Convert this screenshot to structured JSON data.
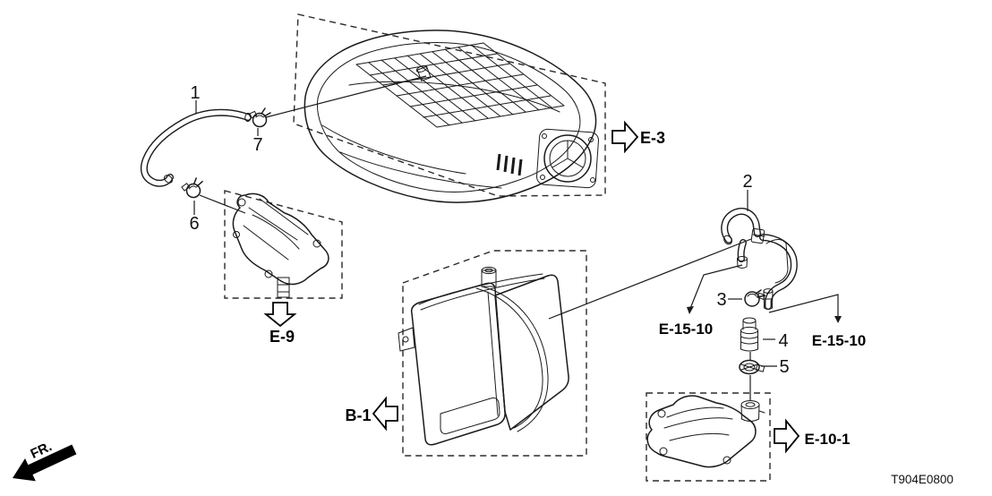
{
  "figure": {
    "code": "T904E0800",
    "direction_label": "FR.",
    "callouts": {
      "c1": "1",
      "c2": "2",
      "c3": "3",
      "c4": "4",
      "c5": "5",
      "c6": "6",
      "c7": "7"
    },
    "references": {
      "intake_manifold": "E-3",
      "engine_mount_bracket": "E-9",
      "canister": "B-1",
      "tube_upper": "E-15-10",
      "tube_lower": "E-15-10",
      "breather_cover": "E-10-1"
    },
    "colors": {
      "line": "#1a1a1a",
      "background": "#ffffff"
    }
  }
}
